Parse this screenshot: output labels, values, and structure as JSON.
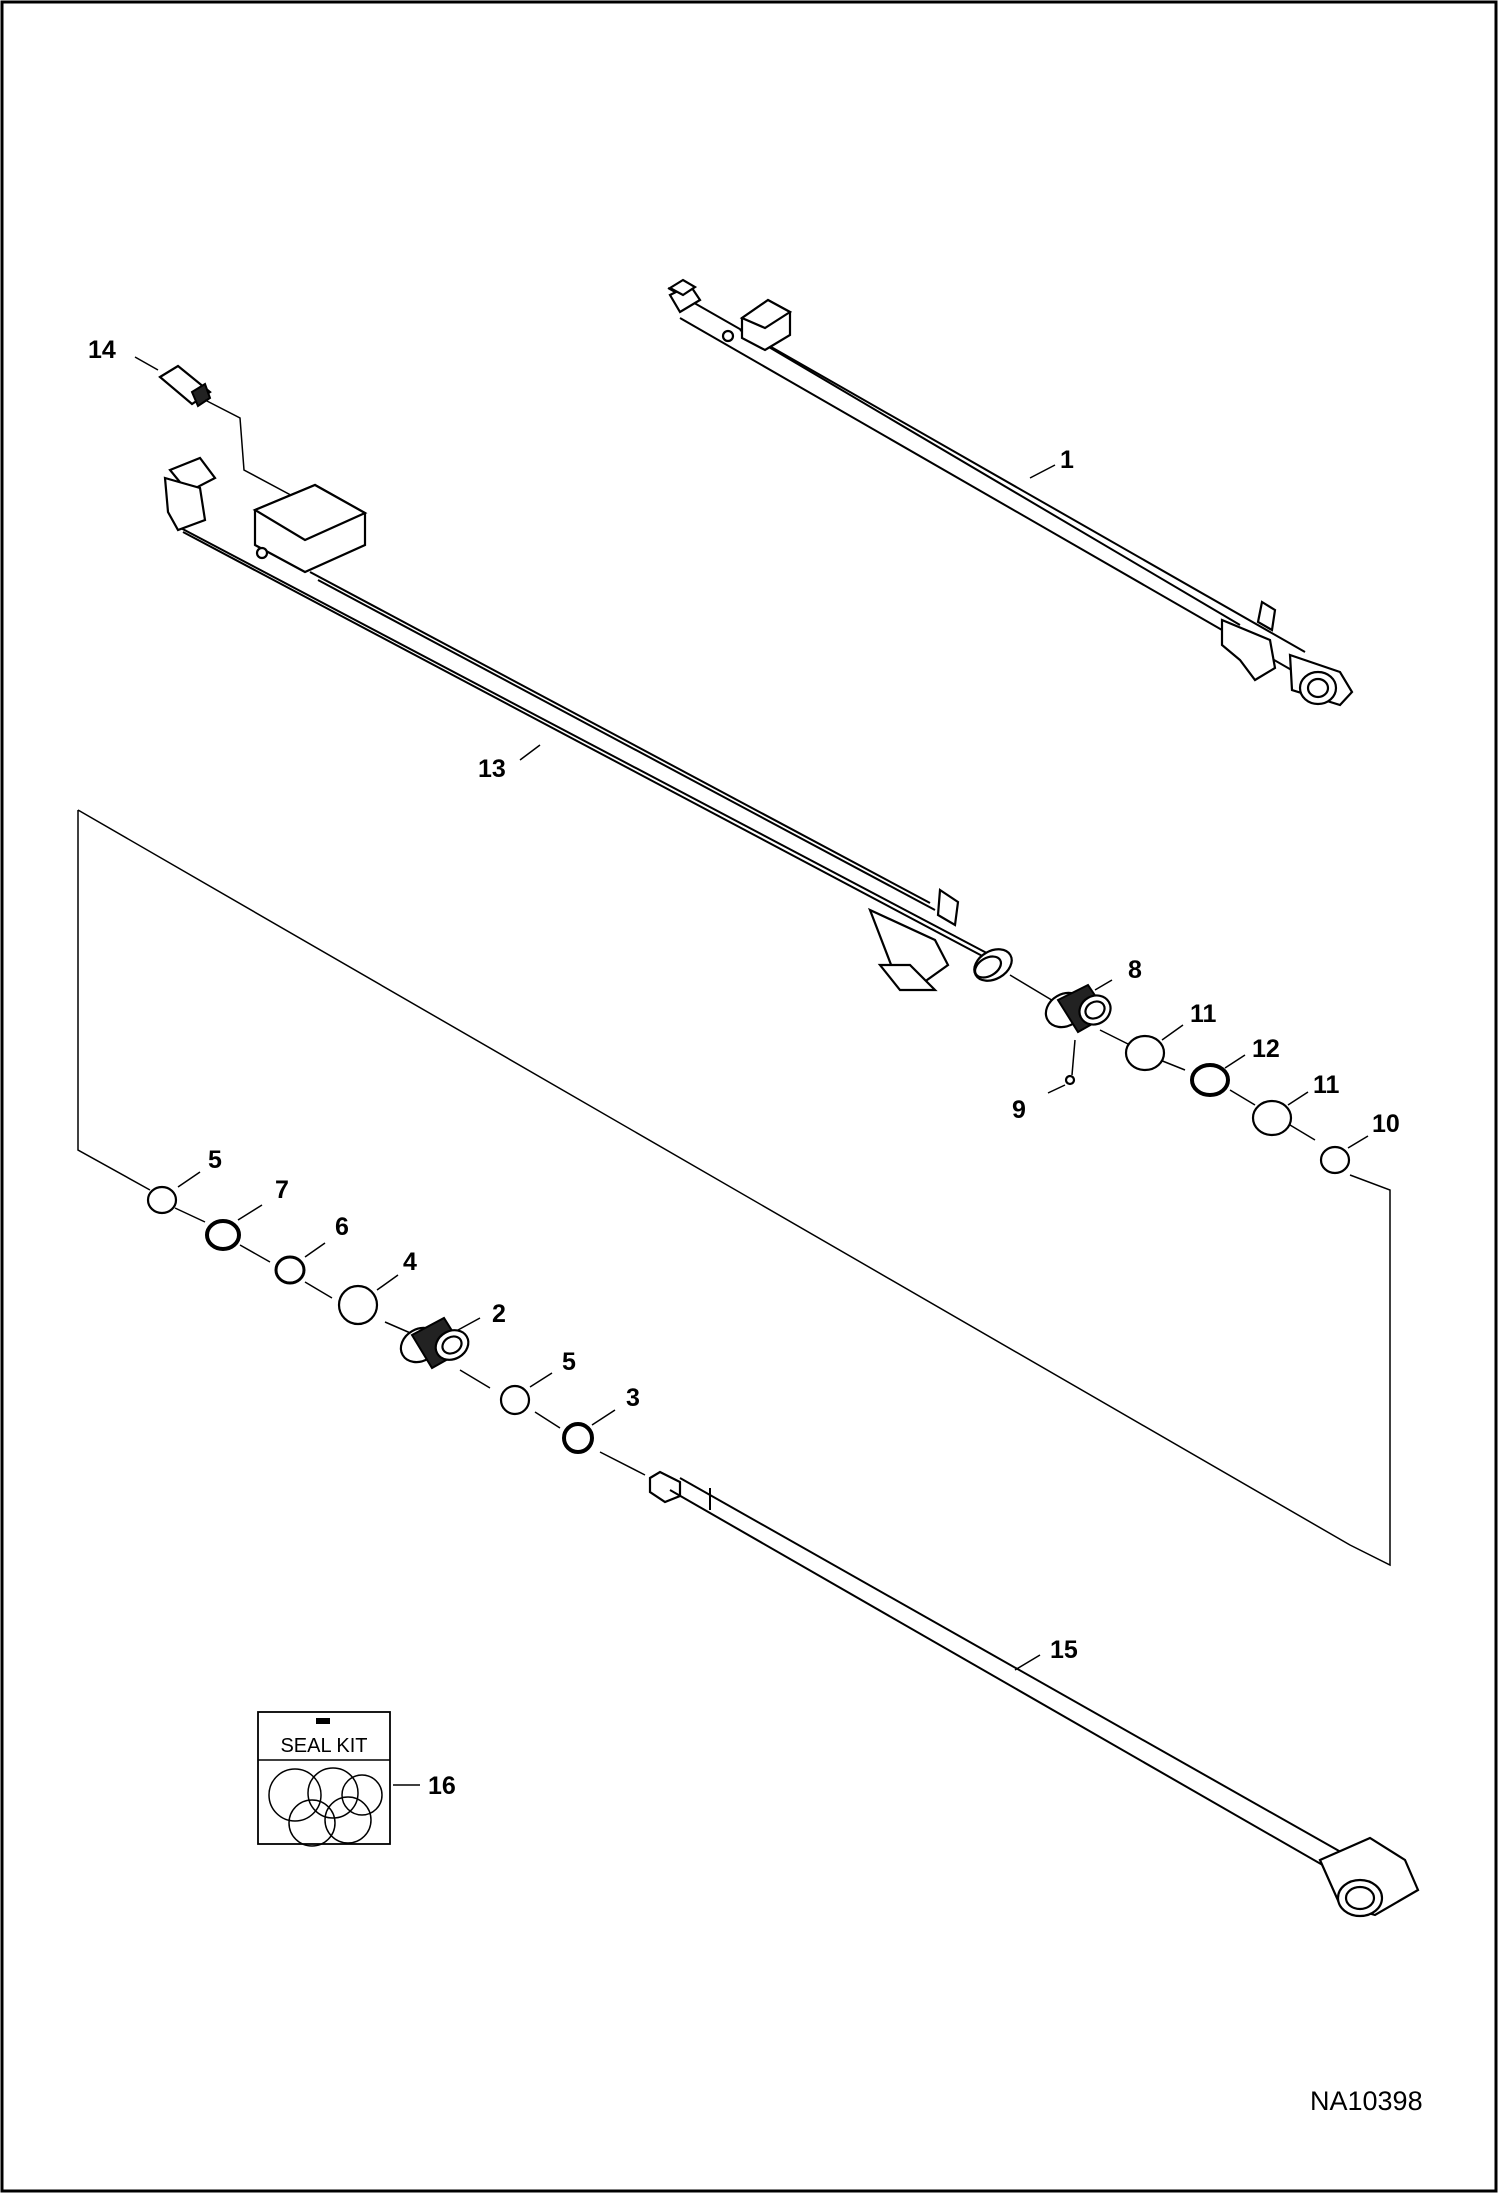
{
  "diagram": {
    "drawing_id": "NA10398",
    "callouts": [
      {
        "id": "callout-1",
        "text": "1"
      },
      {
        "id": "callout-2",
        "text": "2"
      },
      {
        "id": "callout-3",
        "text": "3"
      },
      {
        "id": "callout-4",
        "text": "4"
      },
      {
        "id": "callout-5a",
        "text": "5"
      },
      {
        "id": "callout-5b",
        "text": "5"
      },
      {
        "id": "callout-6",
        "text": "6"
      },
      {
        "id": "callout-7",
        "text": "7"
      },
      {
        "id": "callout-8",
        "text": "8"
      },
      {
        "id": "callout-9",
        "text": "9"
      },
      {
        "id": "callout-10",
        "text": "10"
      },
      {
        "id": "callout-11a",
        "text": "11"
      },
      {
        "id": "callout-11b",
        "text": "11"
      },
      {
        "id": "callout-12",
        "text": "12"
      },
      {
        "id": "callout-13",
        "text": "13"
      },
      {
        "id": "callout-14",
        "text": "14"
      },
      {
        "id": "callout-15",
        "text": "15"
      },
      {
        "id": "callout-16",
        "text": "16"
      }
    ],
    "seal_kit_label": "SEAL KIT"
  }
}
